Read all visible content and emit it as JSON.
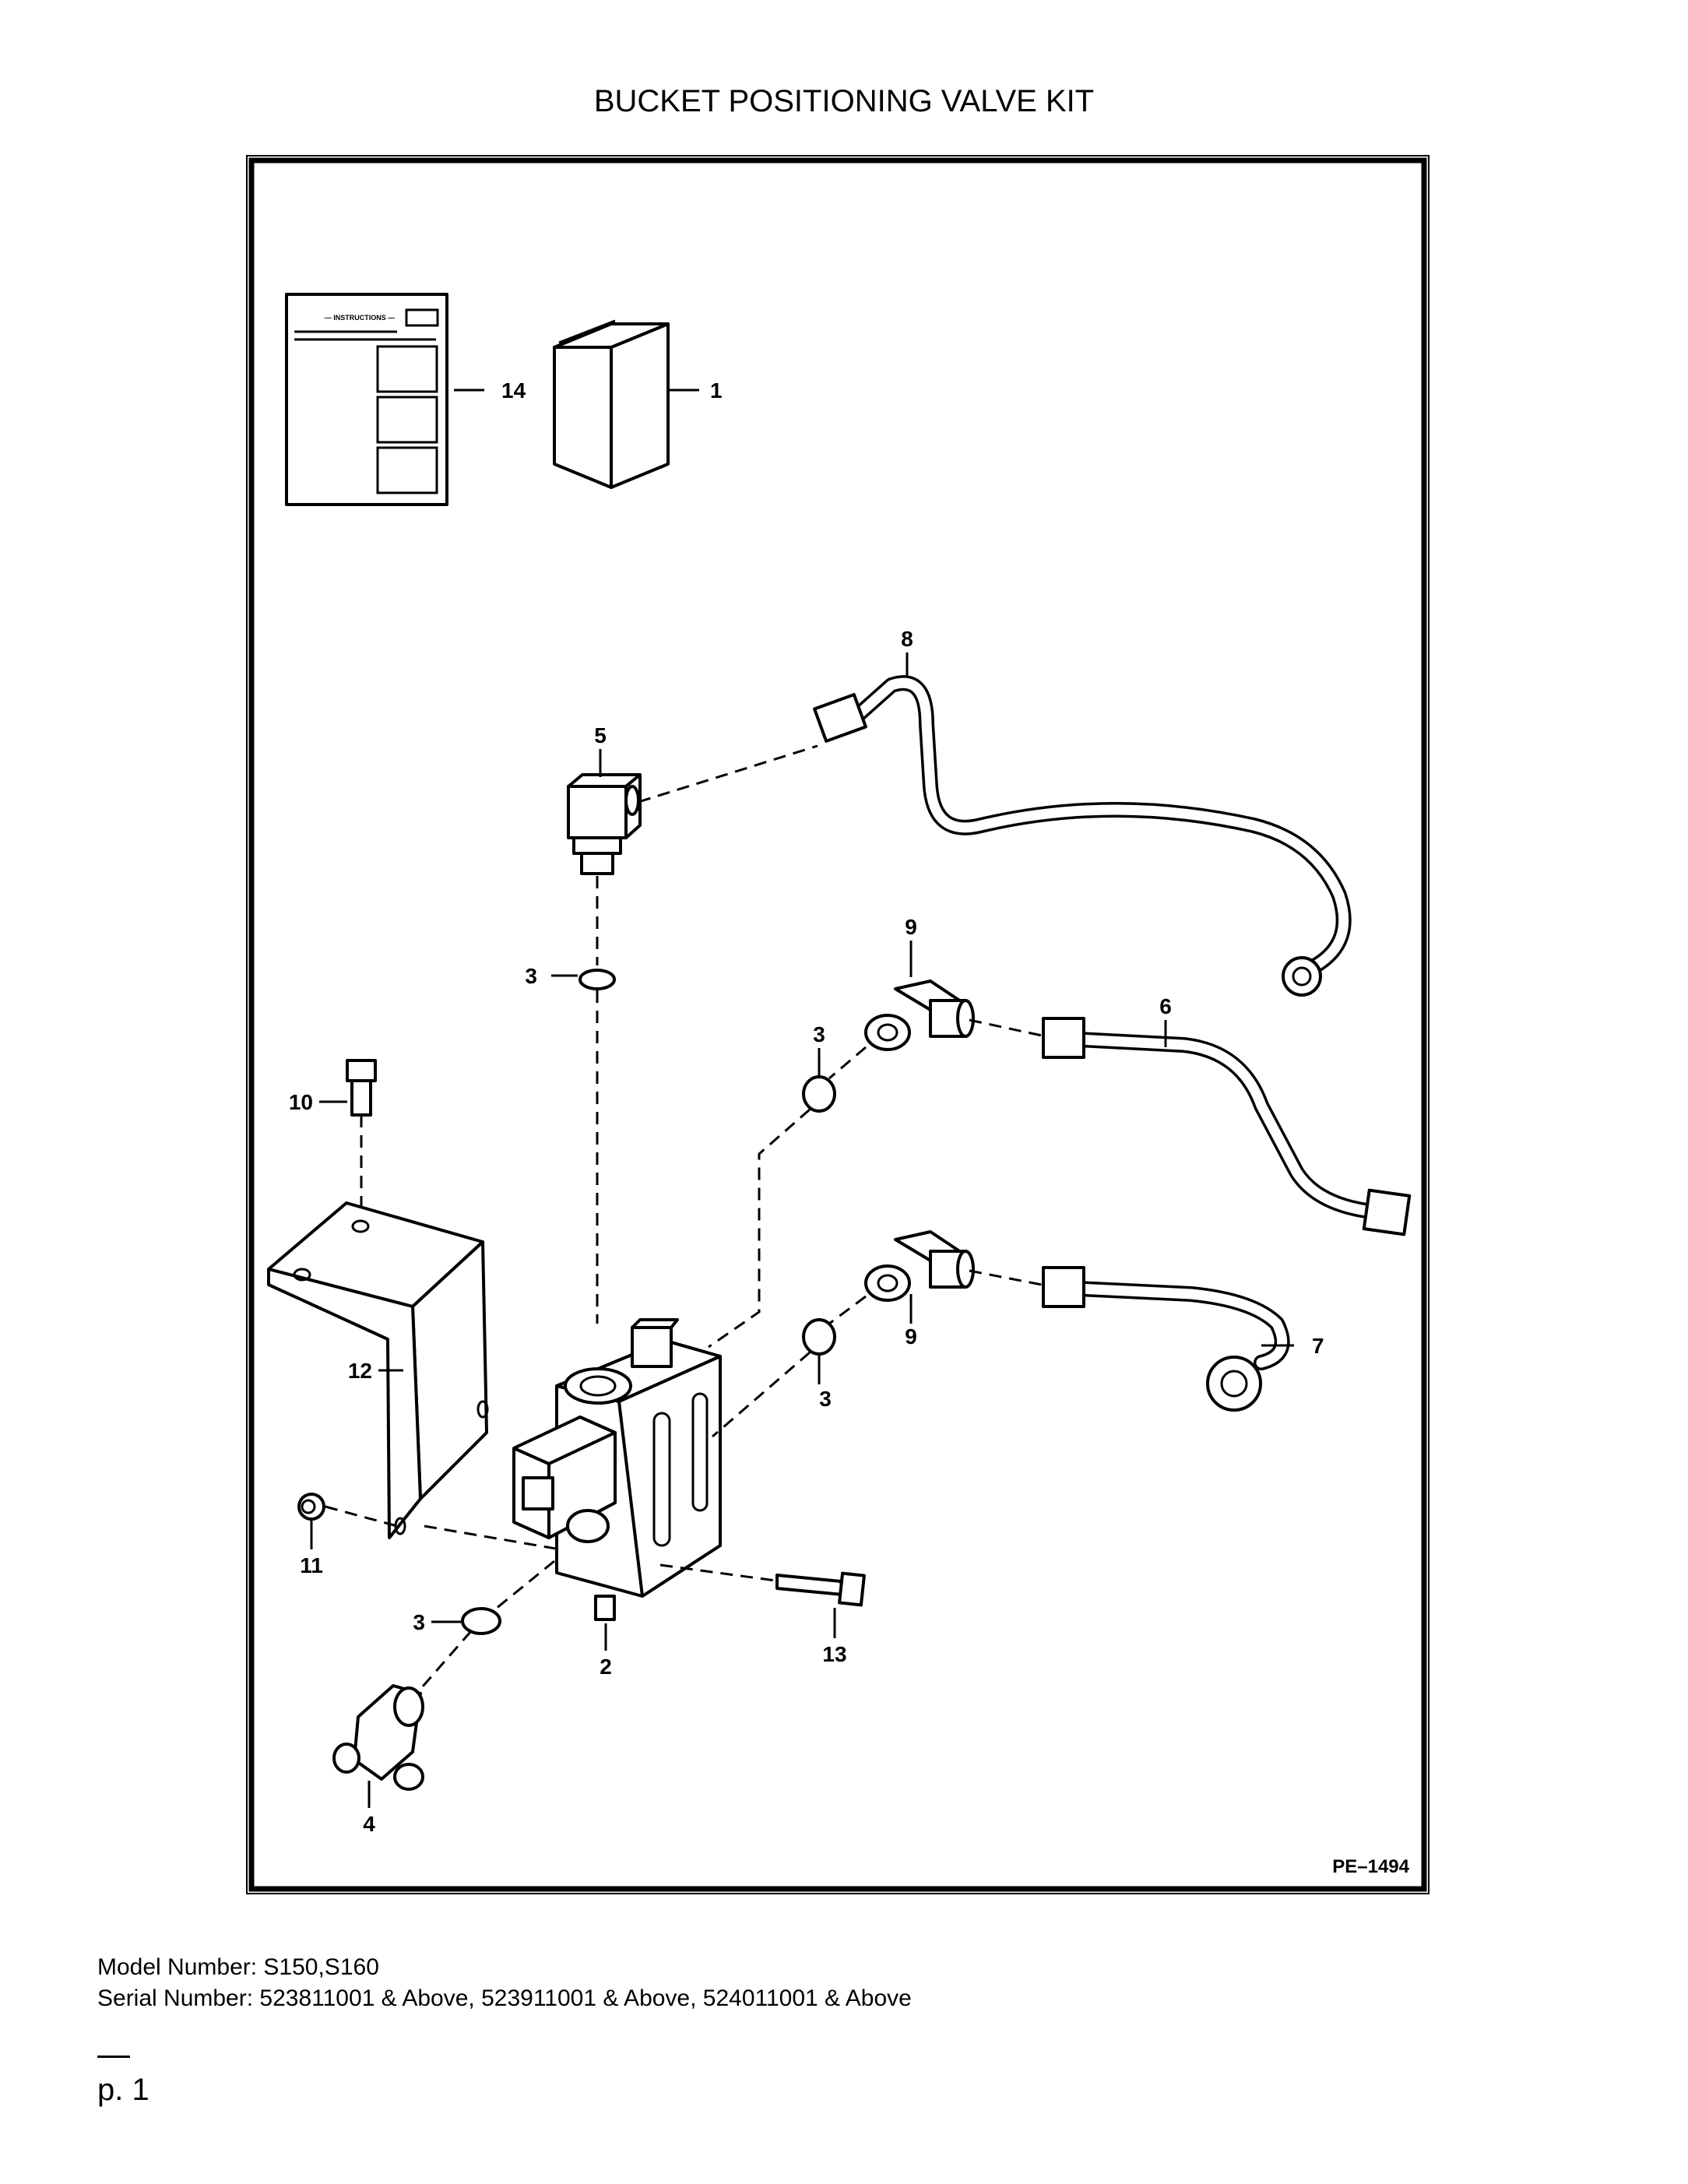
{
  "page": {
    "title": "BUCKET POSITIONING VALVE KIT",
    "model_line": "Model Number: S150,S160",
    "serial_line": "Serial Number: 523811001 & Above, 523911001 & Above, 524011001 & Above",
    "page_number": "p. 1"
  },
  "diagram": {
    "figure_id": "PE–1494",
    "instructions_heading": "— INSTRUCTIONS —",
    "callouts": {
      "c1": "1",
      "c2": "2",
      "c3a": "3",
      "c3b": "3",
      "c3c": "3",
      "c3d": "3",
      "c4": "4",
      "c5": "5",
      "c6": "6",
      "c7": "7",
      "c8": "8",
      "c9a": "9",
      "c9b": "9",
      "c10": "10",
      "c11": "11",
      "c12": "12",
      "c13": "13",
      "c14": "14"
    }
  }
}
